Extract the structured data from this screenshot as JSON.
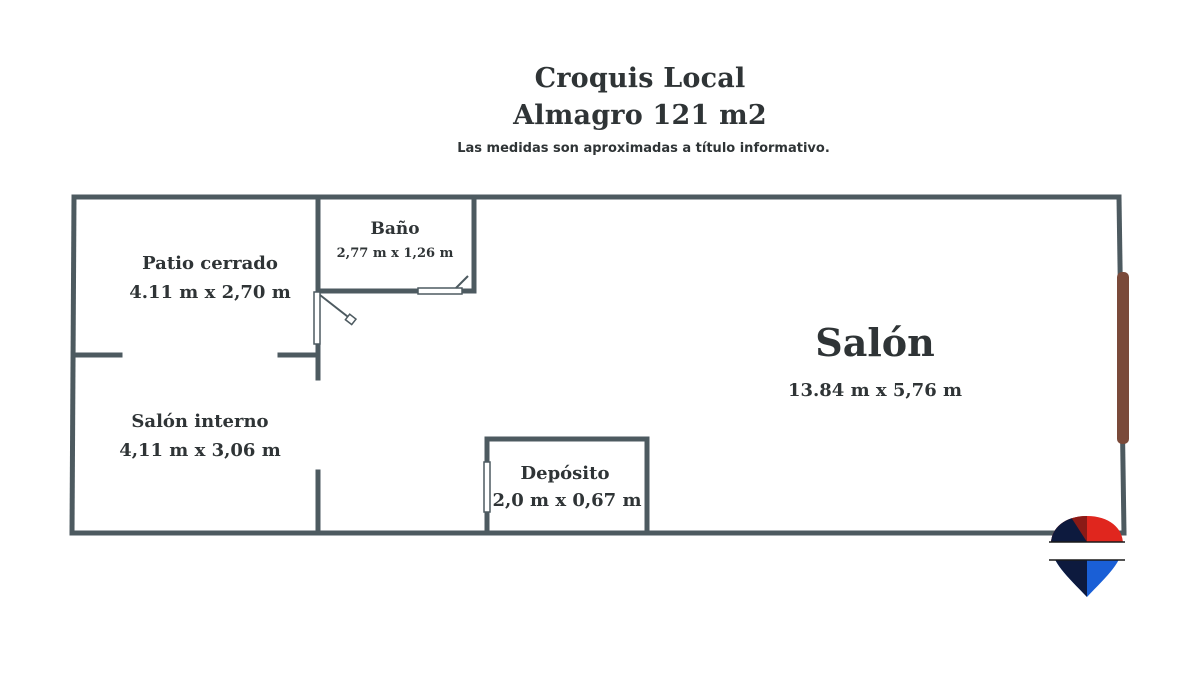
{
  "header": {
    "title_line1": "Croquis Local",
    "title_line2": "Almagro  121 m2",
    "subtitle": "Las medidas son aproximadas a título informativo."
  },
  "rooms": {
    "patio": {
      "name": "Patio cerrado",
      "dimensions": "4.11 m x 2,70 m"
    },
    "salon_interno": {
      "name": "Salón interno",
      "dimensions": "4,11 m x 3,06 m"
    },
    "bano": {
      "name": "Baño",
      "dimensions": "2,77 m x 1,26 m"
    },
    "salon": {
      "name": "Salón",
      "dimensions": "13.84 m x 5,76 m"
    },
    "deposito": {
      "name": "Depósito",
      "dimensions": "2,0 m x 0,67 m"
    }
  },
  "colors": {
    "wall": "#4d5a60",
    "window": "#7a4a3a",
    "logo_red": "#e0261e",
    "logo_blue": "#1a5fd6",
    "logo_navy": "#0d1a3e"
  },
  "icons": [
    "remax-balloon-logo-icon"
  ]
}
